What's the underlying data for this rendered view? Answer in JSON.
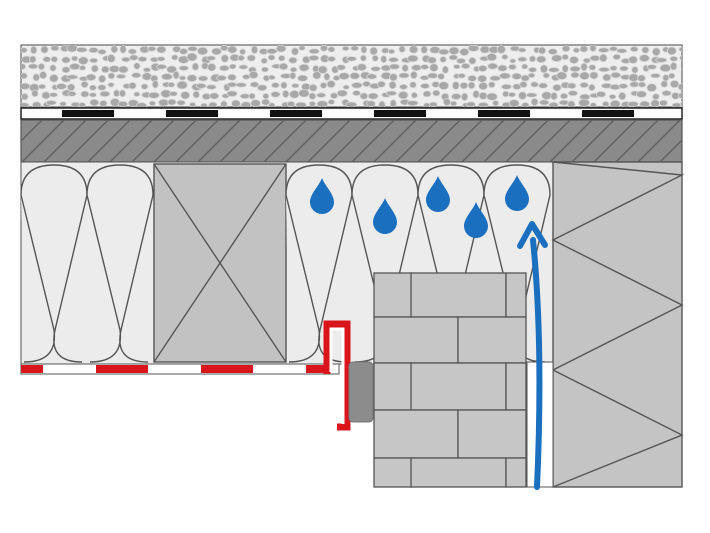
{
  "diagram": {
    "type": "construction-cross-section",
    "layers": [
      {
        "name": "gravel-layer",
        "material": "gravel"
      },
      {
        "name": "waterproof-membrane",
        "material": "membrane"
      },
      {
        "name": "roof-deck",
        "material": "timber-deck"
      },
      {
        "name": "insulation-cavity",
        "material": "mineral-wool"
      },
      {
        "name": "timber-beam",
        "material": "timber"
      },
      {
        "name": "brick-wall",
        "material": "masonry"
      },
      {
        "name": "wall-post",
        "material": "timber"
      },
      {
        "name": "vapour-barrier",
        "material": "foil"
      }
    ],
    "condensation_drops": 5,
    "airflow_direction": "upward",
    "colors": {
      "gravel_fill": "#a8a8a8",
      "deck_fill": "#8a8a8a",
      "insulation_fill": "#ececec",
      "timber_fill": "#c4c4c4",
      "brick_fill": "#c6c6c6",
      "water": "#1a6fbf",
      "barrier_red": "#d9141b",
      "outline": "#555555"
    }
  }
}
